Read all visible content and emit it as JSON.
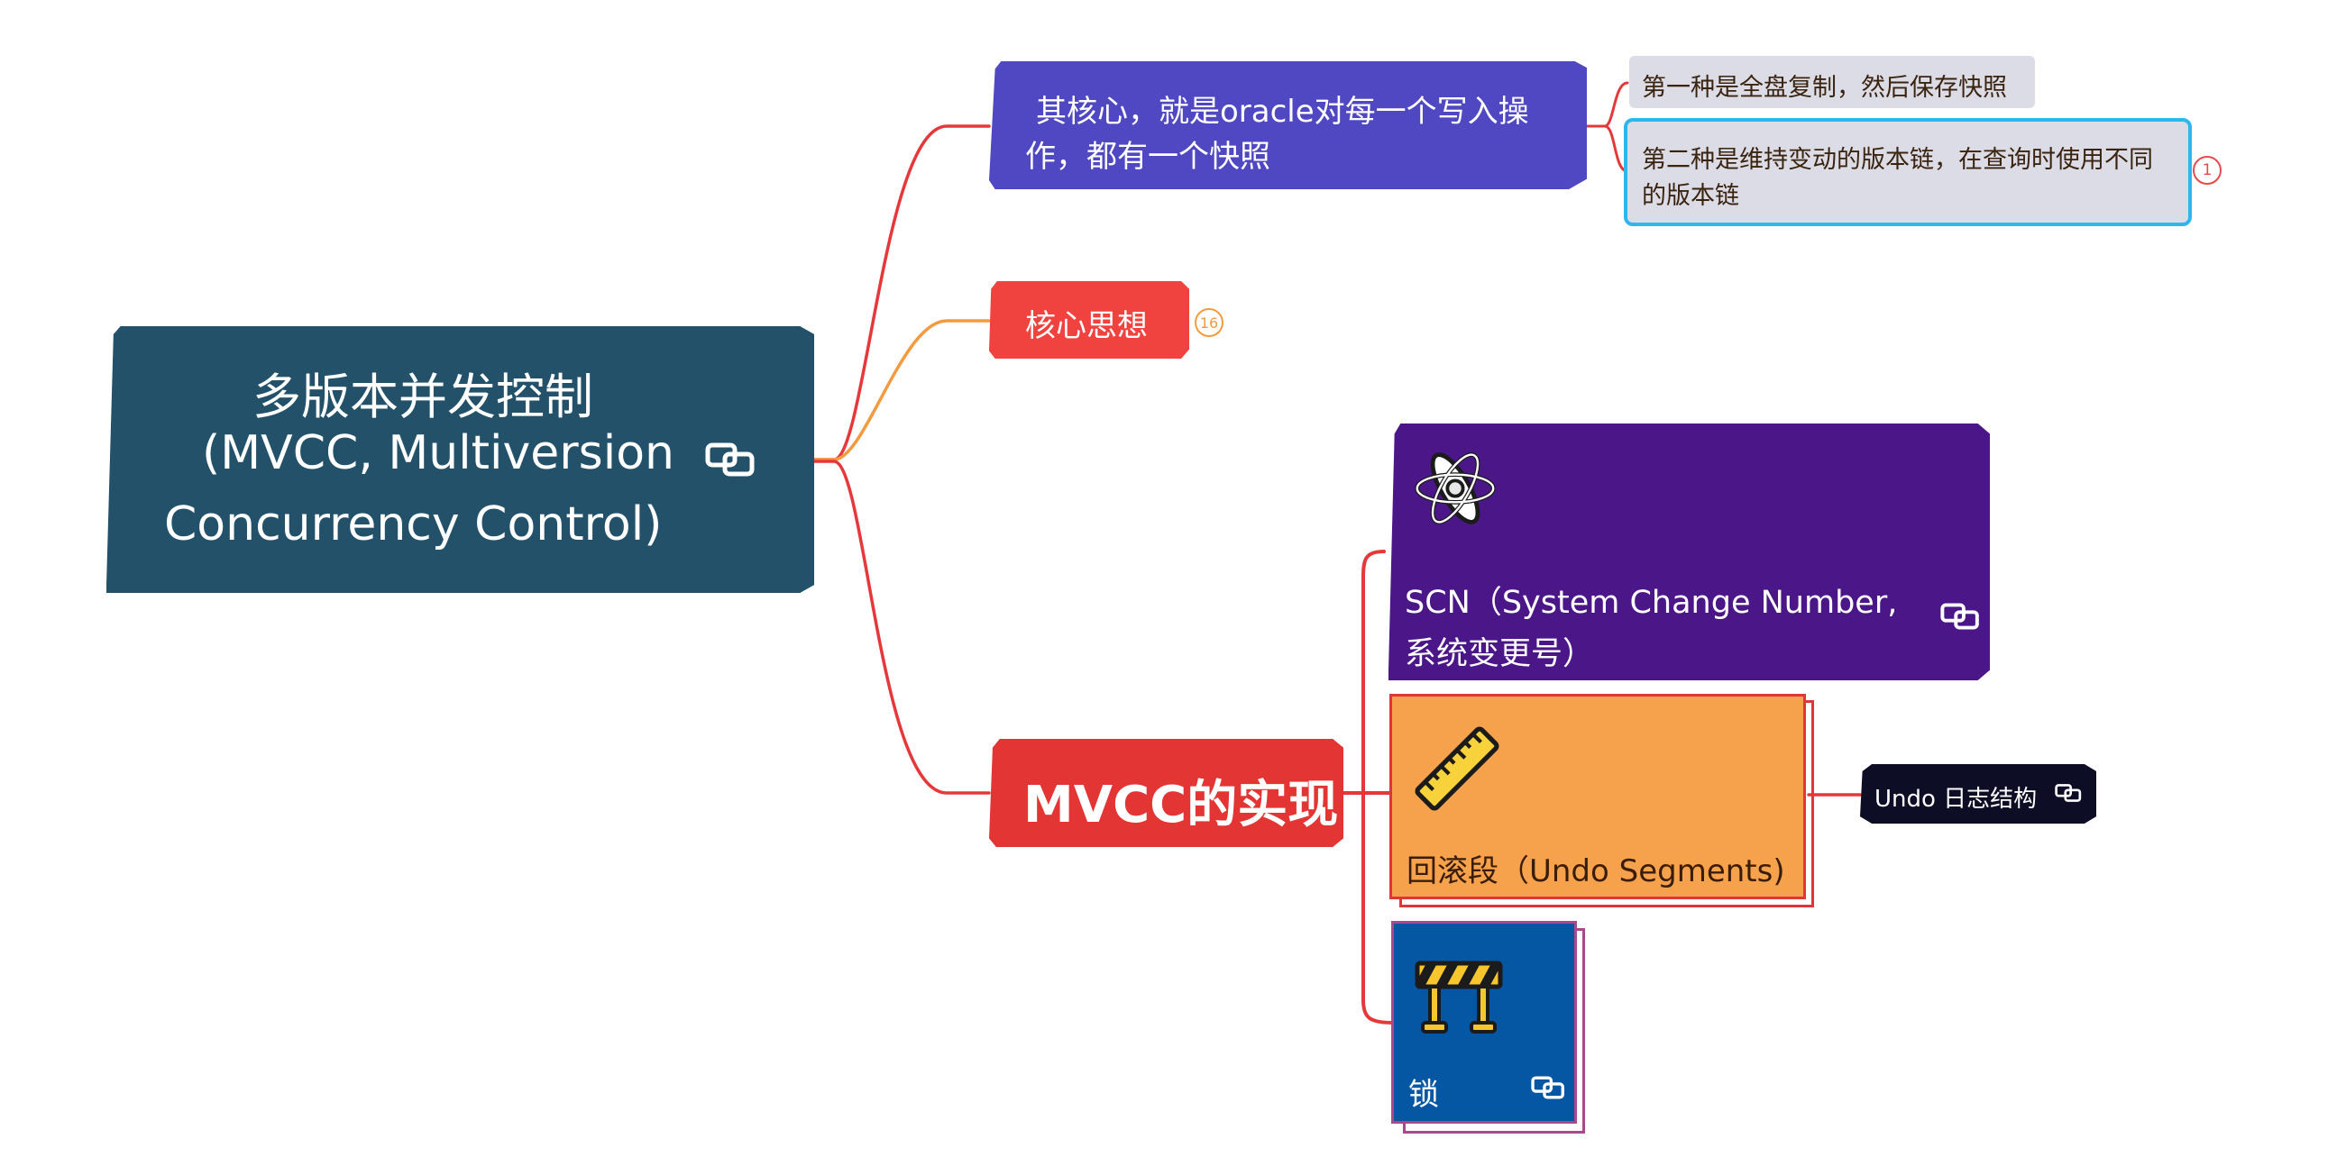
{
  "root": {
    "line1": "多版本并发控制",
    "line2": "(MVCC, Multiversion",
    "line3": "Concurrency Control)"
  },
  "branch_snapshot": {
    "line1": "其核心，就是oracle对每一个写入操",
    "line2": "作，都有一个快照",
    "children": [
      {
        "line1": "第一种是全盘复制，然后保存快照"
      },
      {
        "line1": "第二种是维持变动的版本链，在查询时使用不同",
        "line2": "的版本链",
        "badge": "1"
      }
    ]
  },
  "branch_core": {
    "label": "核心思想",
    "badge": "16"
  },
  "branch_impl": {
    "label": "MVCC的实现",
    "children": [
      {
        "line1": "SCN（System Change Number,",
        "line2": "系统变更号）",
        "icon": "atom-icon"
      },
      {
        "label": "回滚段（Undo Segments)",
        "icon": "ruler-icon",
        "child": {
          "label": "Undo 日志结构"
        }
      },
      {
        "label": "锁",
        "icon": "barrier-icon"
      }
    ]
  },
  "colors": {
    "root": "#23516a",
    "snapshot": "#4f48c2",
    "core": "#f0423e",
    "impl": "#e33533",
    "scn": "#4b1687",
    "undo": "#f6a14c",
    "undo_log": "#0d0d25",
    "lock": "#0557a3",
    "connector_red": "#e5383b",
    "connector_orange": "#f49a3f"
  }
}
